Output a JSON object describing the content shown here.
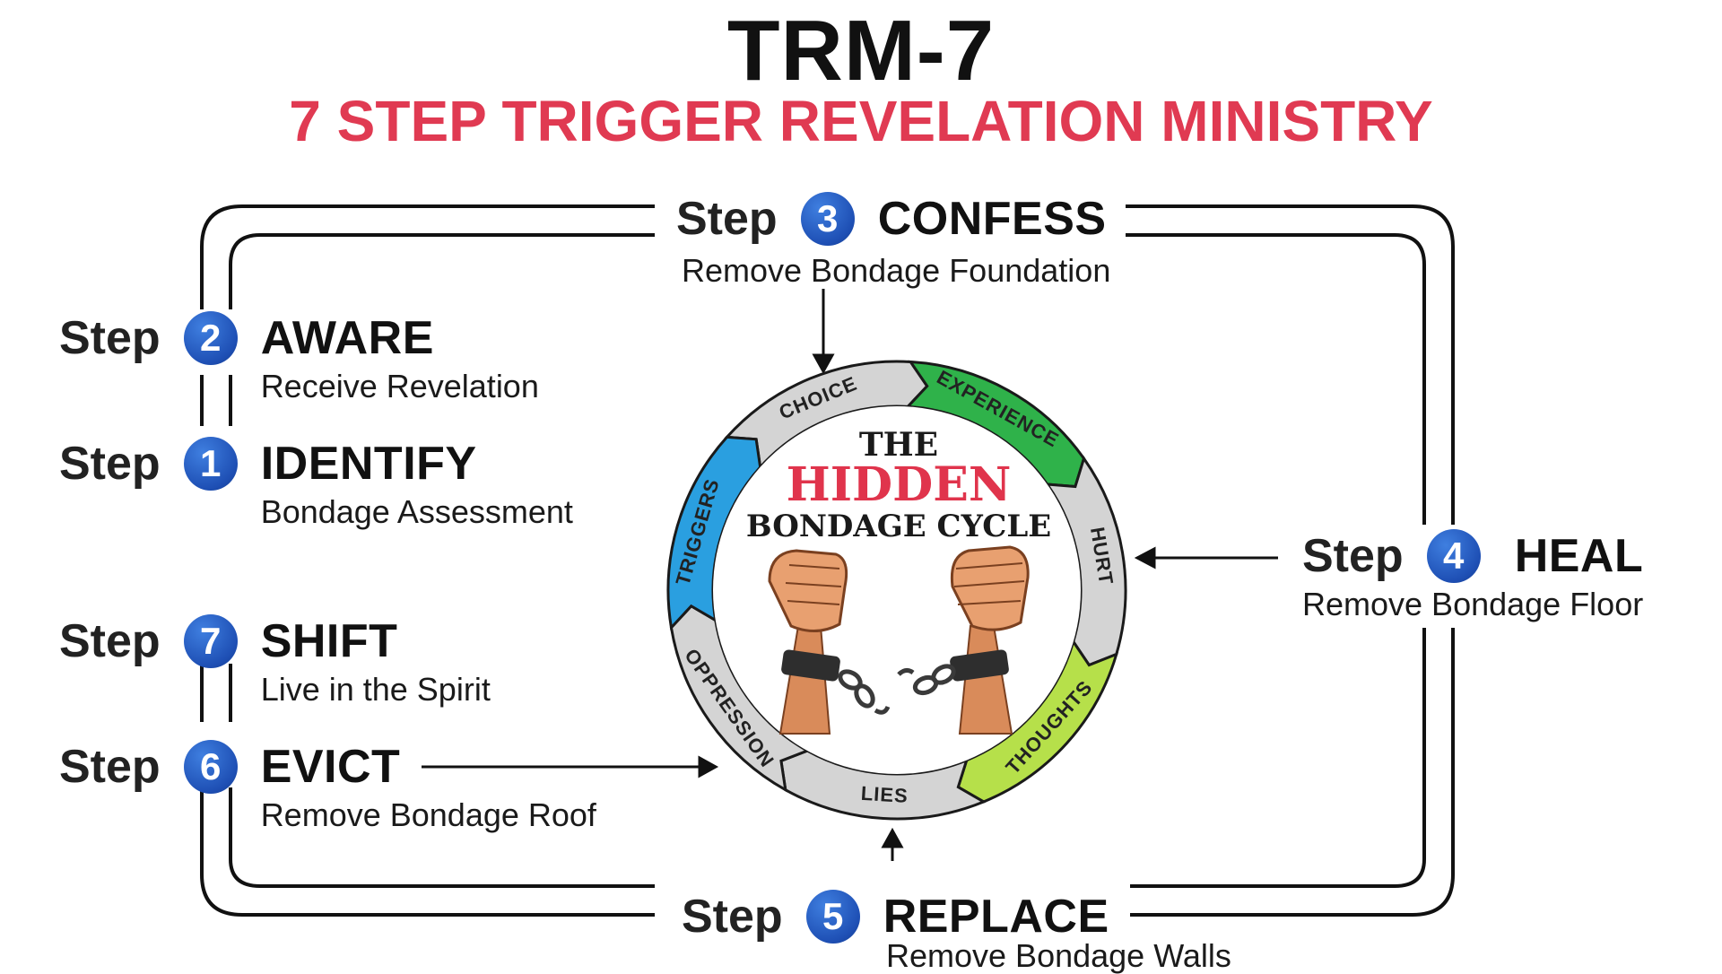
{
  "header": {
    "title": "TRM-7",
    "subtitle": "7 STEP TRIGGER REVELATION MINISTRY"
  },
  "steps": [
    {
      "word": "Step",
      "number": "3",
      "name": "CONFESS",
      "desc": "Remove Bondage Foundation"
    },
    {
      "word": "Step",
      "number": "2",
      "name": "AWARE",
      "desc": "Receive Revelation"
    },
    {
      "word": "Step",
      "number": "1",
      "name": "IDENTIFY",
      "desc": "Bondage Assessment"
    },
    {
      "word": "Step",
      "number": "4",
      "name": "HEAL",
      "desc": "Remove Bondage Floor"
    },
    {
      "word": "Step",
      "number": "7",
      "name": "SHIFT",
      "desc": "Live in the Spirit"
    },
    {
      "word": "Step",
      "number": "6",
      "name": "EVICT",
      "desc": "Remove Bondage Roof"
    },
    {
      "word": "Step",
      "number": "5",
      "name": "REPLACE",
      "desc": "Remove Bondage Walls"
    }
  ],
  "cycle": {
    "title_line1": "THE",
    "title_line2": "HIDDEN",
    "title_line3": "BONDAGE CYCLE",
    "segments": [
      {
        "label": "CHOICE",
        "color": "#d4d4d4"
      },
      {
        "label": "EXPERIENCE",
        "color": "#2fb24a"
      },
      {
        "label": "HURT",
        "color": "#d4d4d4"
      },
      {
        "label": "THOUGHTS",
        "color": "#b6e04a"
      },
      {
        "label": "LIES",
        "color": "#d4d4d4"
      },
      {
        "label": "OPPRESSION",
        "color": "#d4d4d4"
      },
      {
        "label": "TRIGGERS",
        "color": "#2a9fe0"
      }
    ],
    "center_image": "broken-chain-fists-icon"
  },
  "colors": {
    "title": "#111111",
    "subtitle": "#e03a52",
    "step_badge": "#1e4fb4"
  }
}
